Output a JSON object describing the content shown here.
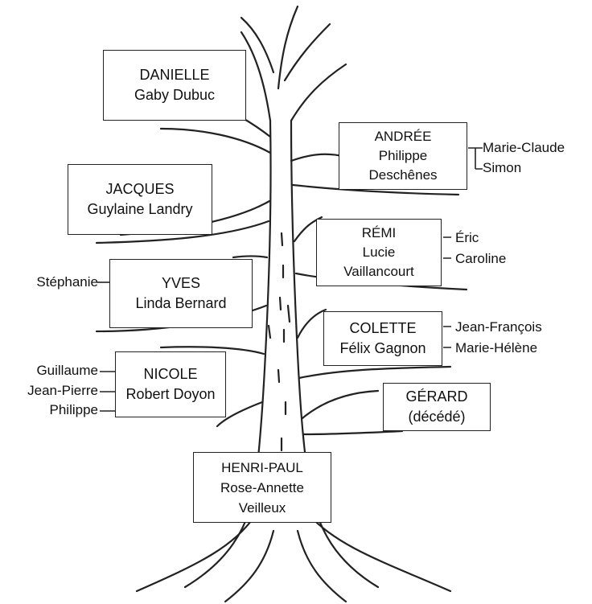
{
  "family": {
    "root": {
      "name": "HENRI-PAUL",
      "spouse": [
        "Rose-Annette",
        "Veilleux"
      ]
    },
    "danielle": {
      "name": "DANIELLE",
      "spouse": [
        "Gaby Dubuc"
      ]
    },
    "andree": {
      "name": "ANDRÉE",
      "spouse": [
        "Philippe",
        "Deschênes"
      ],
      "children": [
        "Marie-Claude",
        "Simon"
      ]
    },
    "jacques": {
      "name": "JACQUES",
      "spouse": [
        "Guylaine Landry"
      ]
    },
    "remi": {
      "name": "RÉMI",
      "spouse": [
        "Lucie",
        "Vaillancourt"
      ],
      "children": [
        "Éric",
        "Caroline"
      ]
    },
    "yves": {
      "name": "YVES",
      "spouse": [
        "Linda Bernard"
      ],
      "children": [
        "Stéphanie"
      ]
    },
    "colette": {
      "name": "COLETTE",
      "spouse": [
        "Félix Gagnon"
      ],
      "children": [
        "Jean-François",
        "Marie-Hélène"
      ]
    },
    "nicole": {
      "name": "NICOLE",
      "spouse": [
        "Robert Doyon"
      ],
      "children": [
        "Guillaume",
        "Jean-Pierre",
        "Philippe"
      ]
    },
    "gerard": {
      "name": "GÉRARD",
      "note": "(décédé)"
    }
  }
}
